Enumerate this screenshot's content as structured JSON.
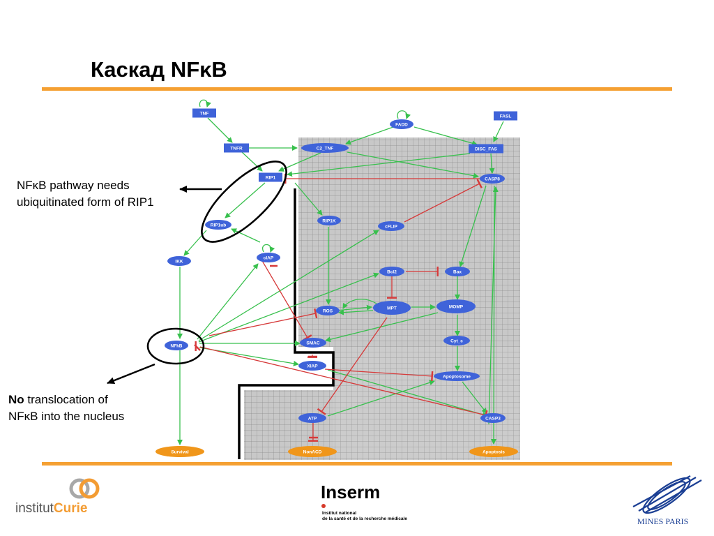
{
  "title": "Каскад NFκB",
  "colors": {
    "accent_rule": "#f5a032",
    "node_blue": "#3f63d9",
    "node_outcome": "#f0961a",
    "activation": "#38c04d",
    "inhibition": "#d63a3a",
    "grid_bg": "#c8c8c8",
    "grid_line": "#8c8c8c"
  },
  "callouts": {
    "rip1_line1": "NFκB pathway needs",
    "rip1_line2": "ubiquitinated form of RIP1",
    "nfkb_bold": "No",
    "nfkb_line1_rest": " translocation of",
    "nfkb_line2": "NFκB into the nucleus"
  },
  "nodes": {
    "TNF": "TNF",
    "TNFR": "TNFR",
    "FADD": "FADD",
    "FASL": "FASL",
    "C2_TNF": "C2_TNF",
    "DISC_FAS": "DISC_FAS",
    "CASP8": "CASP8",
    "RIP1": "RIP1",
    "RIP1K": "RIP1K",
    "CFLIP": "cFLIP",
    "RIP1ub": "RIP1ub",
    "IKK": "IKK",
    "CIAP": "cIAP",
    "BCL2": "Bcl2",
    "BAX": "Bax",
    "ROS": "ROS",
    "MPT": "MPT",
    "MOMP": "MOMP",
    "CYT_C": "Cyt_c",
    "SMAC": "SMAC",
    "NFKB": "NFkB",
    "XIAP": "XIAP",
    "APOPTOSOME": "Apoptosome",
    "ATP": "ATP",
    "CASP3": "CASP3",
    "SURVIVAL": "Survival",
    "NONACD": "NonACD",
    "APOPTOSIS": "Apoptosis"
  },
  "logos": {
    "curie_prefix": "institut",
    "curie_strong": "Curie",
    "inserm_brand": "Inserm",
    "inserm_line1": "Institut national",
    "inserm_line2": "de la santé et de la recherche médicale",
    "mines": "MINES PARIS"
  }
}
